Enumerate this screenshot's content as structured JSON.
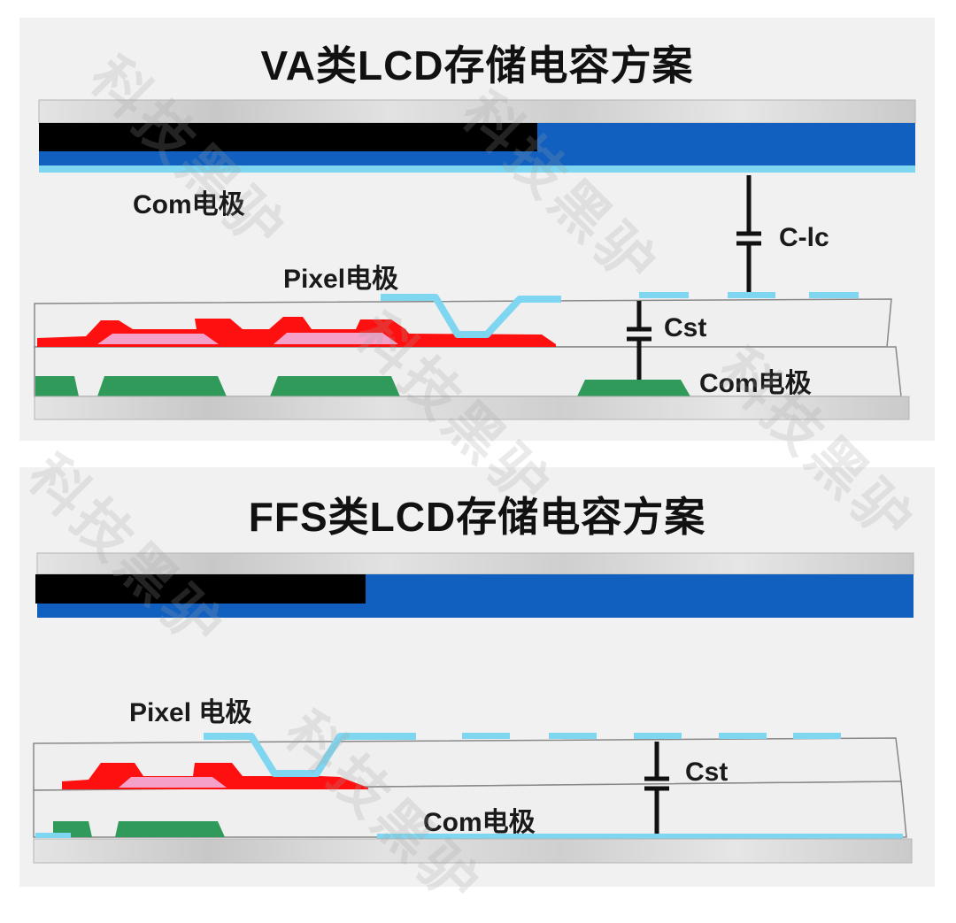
{
  "va": {
    "title": "VA类LCD存储电容方案",
    "labels": {
      "com_top": "Com电极",
      "c_lc": "C-lc",
      "pixel": "Pixel电极",
      "cst": "Cst",
      "com_bottom": "Com电极"
    }
  },
  "ffs": {
    "title": "FFS类LCD存储电容方案",
    "labels": {
      "pixel": "Pixel 电极",
      "cst": "Cst",
      "com": "Com电极"
    }
  },
  "watermark": "科技黑驴",
  "colors": {
    "panel_bg": "#f1f1f1",
    "glass": "#d6d6d6",
    "black_matrix": "#000000",
    "color_filter_blue": "#1160c0",
    "ito_light_blue": "#7fd6f0",
    "gate_red": "#ff1010",
    "semiconductor_pink": "#f5a0c8",
    "metal_green": "#2f9a5a",
    "insulator": "#efefef"
  }
}
